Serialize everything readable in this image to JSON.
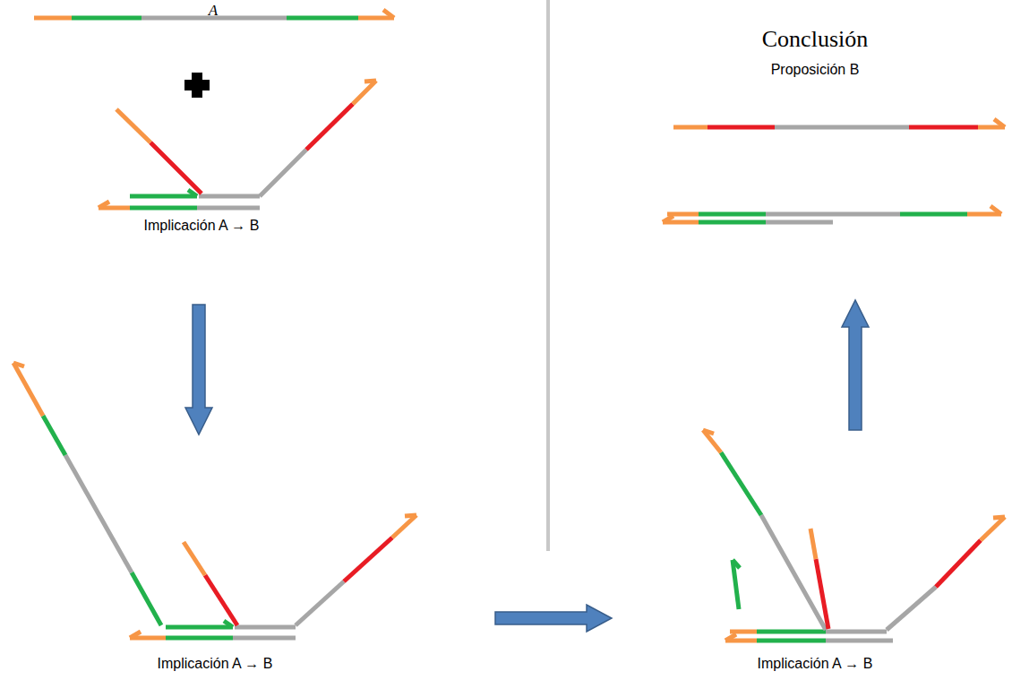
{
  "diagram": {
    "labels": [
      "A",
      "Implicación A → B",
      "Implicación A → B",
      "Implicación A → B",
      "Conclusión",
      "Proposición B"
    ]
  }
}
